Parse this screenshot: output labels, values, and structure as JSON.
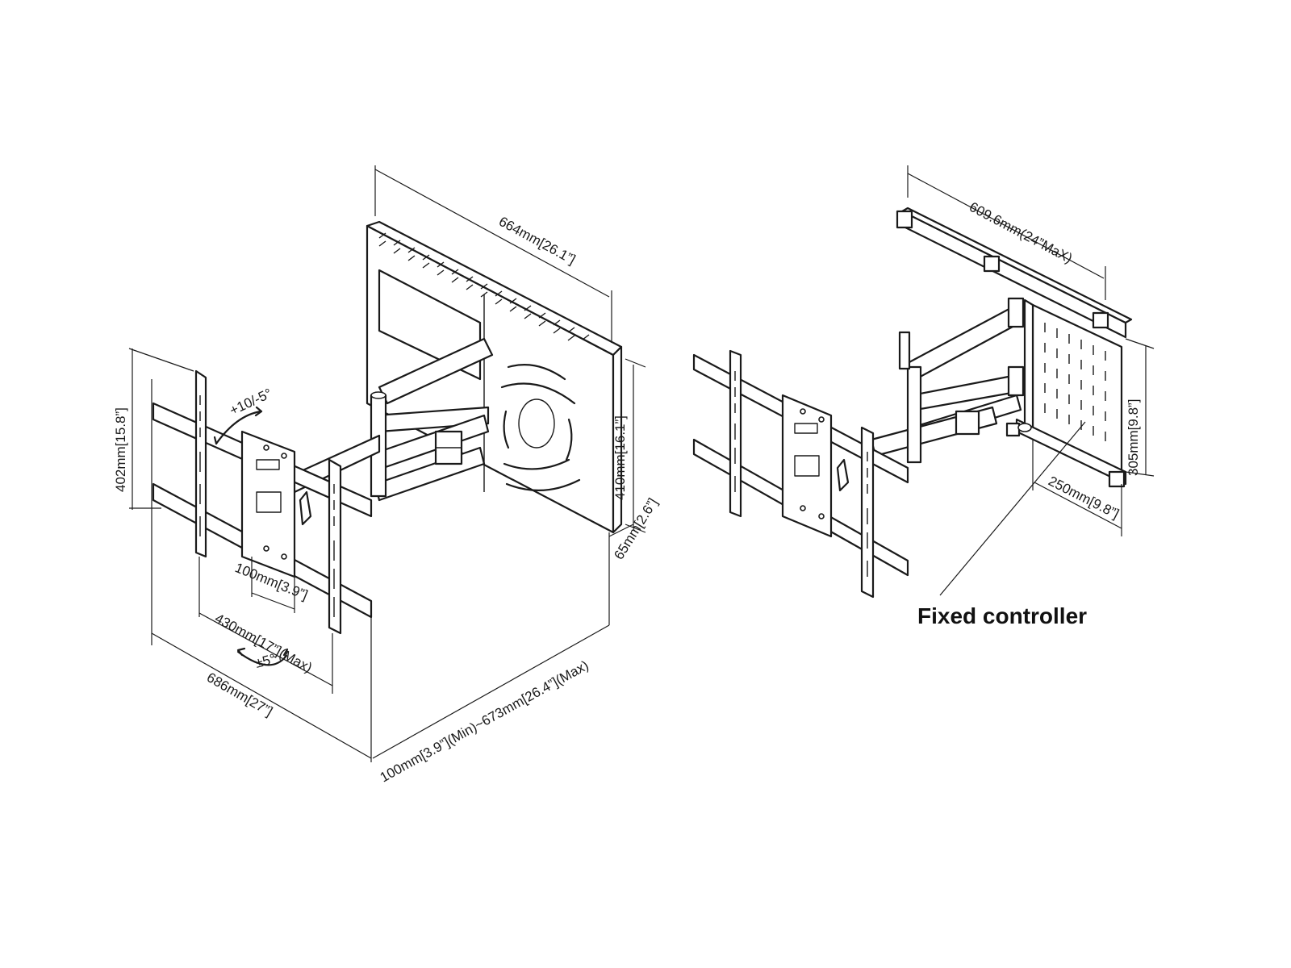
{
  "left_drawing": {
    "dim_width_plate": "664mm[26.1”]",
    "dim_height_plate": "410mm[16.1”]",
    "dim_depth_plate": "65mm[2.6”]",
    "dim_extension": "100mm[3.9”](Min)~673mm[26.4”](Max)",
    "dim_width_overall": "686mm[27”]",
    "dim_vesa_width": "430mm[17”](Max)",
    "dim_vesa_small": "100mm[3.9”]",
    "dim_height_bracket": "402mm[15.8”]",
    "tilt_label": "+10/-5°",
    "swivel_label": "±5°"
  },
  "right_drawing": {
    "dim_rail": "609.6mm(24”MaX)",
    "dim_plate_height": "305mm[9.8”]",
    "dim_plate_width": "250mm[9.8”]",
    "caption": "Fixed controller"
  }
}
